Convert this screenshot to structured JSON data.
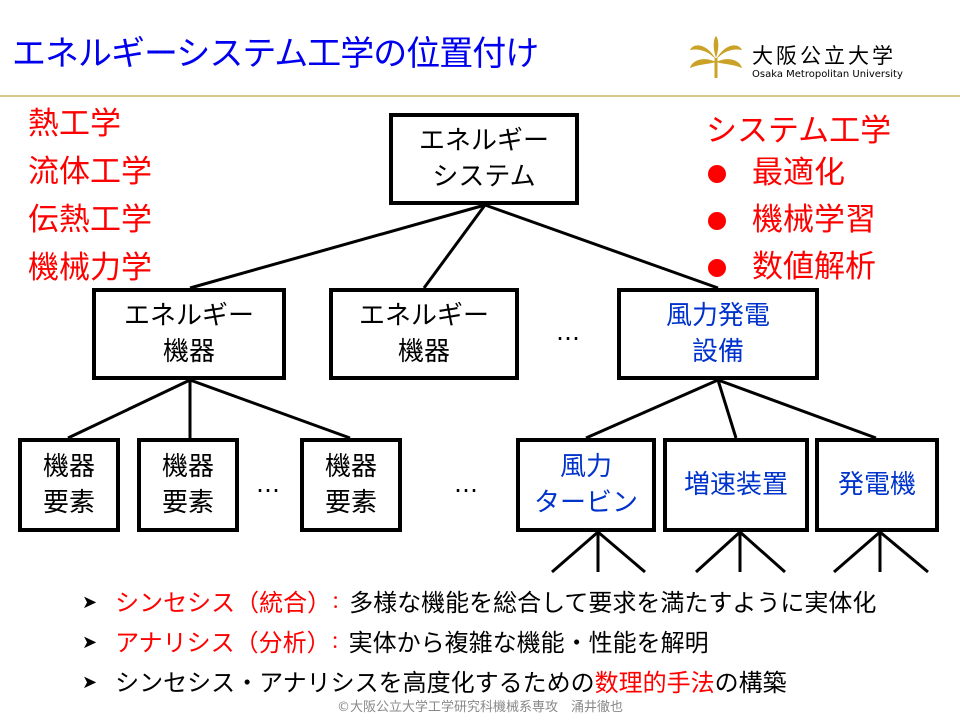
{
  "header": {
    "title": "エネルギーシステム工学の位置付け",
    "logo": {
      "icon": "ginkgo-leaf-icon",
      "name": "大阪公立大学",
      "sub": "Osaka Metropolitan University"
    }
  },
  "left_fields": [
    "熱工学",
    "流体工学",
    "伝熱工学",
    "機械力学"
  ],
  "systems": {
    "title": "システム工学",
    "items": [
      "最適化",
      "機械学習",
      "数値解析"
    ]
  },
  "tree": {
    "root": "エネルギー\nシステム",
    "level2": [
      "エネルギー\n機器",
      "エネルギー\n機器",
      "風力発電\n設備"
    ],
    "level3": [
      "機器\n要素",
      "機器\n要素",
      "機器\n要素",
      "風力\nタービン",
      "増速装置",
      "発電機"
    ],
    "ellipsis": "…"
  },
  "bullets": [
    {
      "head": "シンセシス（統合）",
      "sep": "：",
      "body": "多様な機能を総合して要求を満たすように実体化"
    },
    {
      "head": "アナリシス（分析）",
      "sep": "：",
      "body": "実体から複雑な機能・性能を解明"
    },
    {
      "prefix": "シンセシス・アナリシスを高度化するための",
      "highlight": "数理的手法",
      "suffix": "の構築"
    }
  ],
  "footer": "©大阪公立大学工学研究科機械系専攻　涌井徹也",
  "colors": {
    "title": "#0000ee",
    "accent": "#ff0000",
    "node_blue": "#0033cc",
    "rule": "#d8c98a",
    "logo": "#c9a227"
  }
}
